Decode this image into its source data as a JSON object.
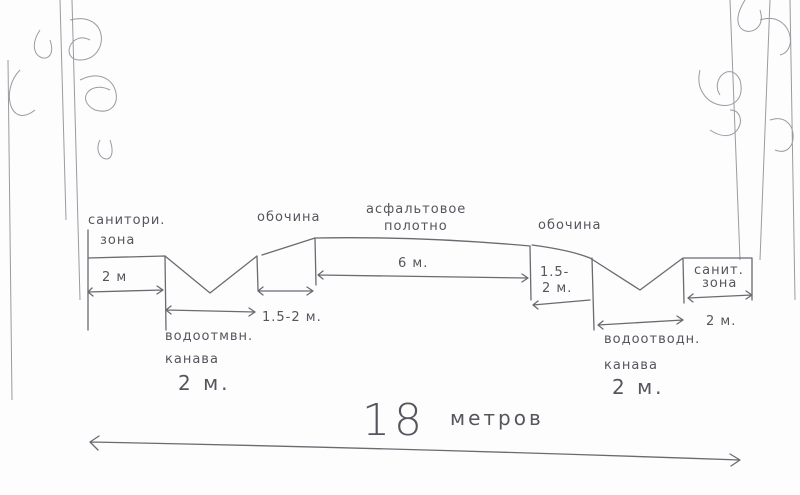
{
  "left": {
    "sanitary_zone": [
      "санитори.",
      "зона"
    ],
    "sanitary_width": "2 м",
    "ditch": [
      "водоотмвн.",
      "канава"
    ],
    "ditch_width": "2 м.",
    "shoulder": "обочина",
    "shoulder_width": "1.5-2 м."
  },
  "center": {
    "asphalt": [
      "асфальтовое",
      "полотно"
    ],
    "asphalt_width": "6 м."
  },
  "right": {
    "shoulder": "обочина",
    "shoulder_width": [
      "1.5-",
      "2 м."
    ],
    "ditch": [
      "водоотводн.",
      "канава"
    ],
    "ditch_width": "2 м.",
    "sanitary_zone": [
      "санит.",
      "зона"
    ],
    "sanitary_width": "2 м."
  },
  "total": {
    "number": "18",
    "unit": "метров"
  }
}
